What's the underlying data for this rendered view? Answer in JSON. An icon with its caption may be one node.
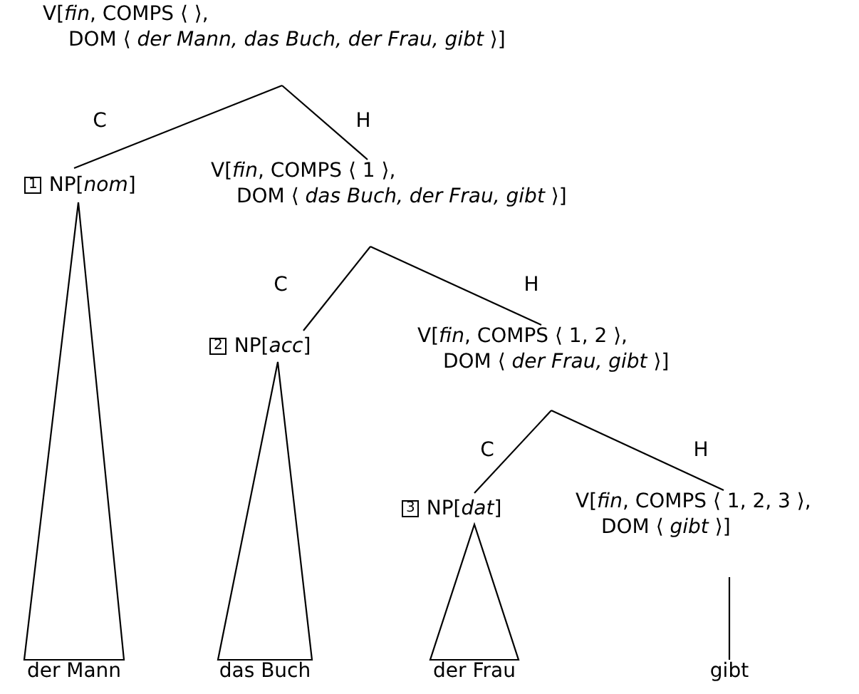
{
  "diagram": {
    "nodes": [
      {
        "text": [
          "V[*fin*, COMPS ⟨ ⟩,",
          "DOM ⟨ *der Mann, das Buch, der Frau, gibt* ⟩]"
        ]
      },
      {
        "text": [
          "1",
          "NP[*nom*]"
        ]
      },
      {
        "text": [
          "V[*fin*, COMPS ⟨ 1 ⟩,",
          "DOM ⟨ *das Buch, der Frau, gibt* ⟩]"
        ]
      },
      {
        "text": [
          "2",
          "NP[*acc*]"
        ]
      },
      {
        "text": [
          "V[*fin*, COMPS ⟨ 1, 2 ⟩,",
          "DOM ⟨ *der Frau, gibt* ⟩]"
        ]
      },
      {
        "text": [
          "3",
          "NP[*dat*]"
        ]
      },
      {
        "text": [
          "V[*fin*, COMPS ⟨ 1, 2, 3 ⟩,",
          "DOM ⟨ *gibt* ⟩]"
        ]
      },
      {
        "text": [
          "der Mann"
        ]
      },
      {
        "text": [
          "das Buch"
        ]
      },
      {
        "text": [
          "der Frau"
        ]
      },
      {
        "text": [
          "gibt"
        ]
      }
    ],
    "edges": [
      {
        "from": 0,
        "to": 1,
        "arrow": "none",
        "label": "C"
      },
      {
        "from": 0,
        "to": 2,
        "arrow": "none",
        "label": "H"
      },
      {
        "from": 2,
        "to": 3,
        "arrow": "none",
        "label": "C"
      },
      {
        "from": 2,
        "to": 4,
        "arrow": "none",
        "label": "H"
      },
      {
        "from": 4,
        "to": 5,
        "arrow": "none",
        "label": "C"
      },
      {
        "from": 4,
        "to": 6,
        "arrow": "none",
        "label": "H"
      },
      {
        "from": 1,
        "to": 7,
        "arrow": "none"
      },
      {
        "from": 3,
        "to": 8,
        "arrow": "none"
      },
      {
        "from": 5,
        "to": 9,
        "arrow": "none"
      },
      {
        "from": 6,
        "to": 10,
        "arrow": "none"
      }
    ]
  }
}
